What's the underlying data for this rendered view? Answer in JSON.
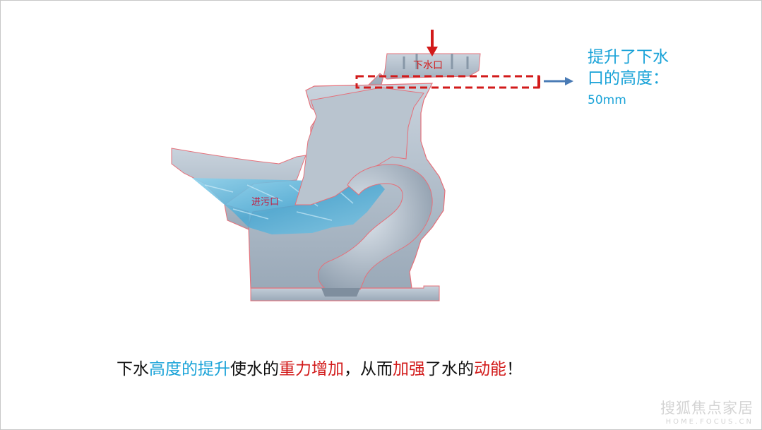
{
  "labels": {
    "outlet": "下水口",
    "inlet": "进污口"
  },
  "annotation": {
    "line1": "提升了下水",
    "line2": "口的高度：",
    "value": "50mm"
  },
  "caption": {
    "p1": "下水",
    "p2": "高度的提升",
    "p3": "使水的",
    "p4": "重力增加",
    "p5": "，从而",
    "p6": "加强",
    "p7": "了水的",
    "p8": "动能",
    "p9": "！"
  },
  "watermark": {
    "main": "搜狐焦点家居",
    "sub": "HOME.FOCUS.CN"
  },
  "colors": {
    "ceramic": "#aab7c4",
    "outline": "#e5707a",
    "water": "#5fb7da",
    "highlight_red": "#d21a1a",
    "highlight_blue": "#1aa3d8",
    "arrow_blue": "#4a7bb5"
  }
}
